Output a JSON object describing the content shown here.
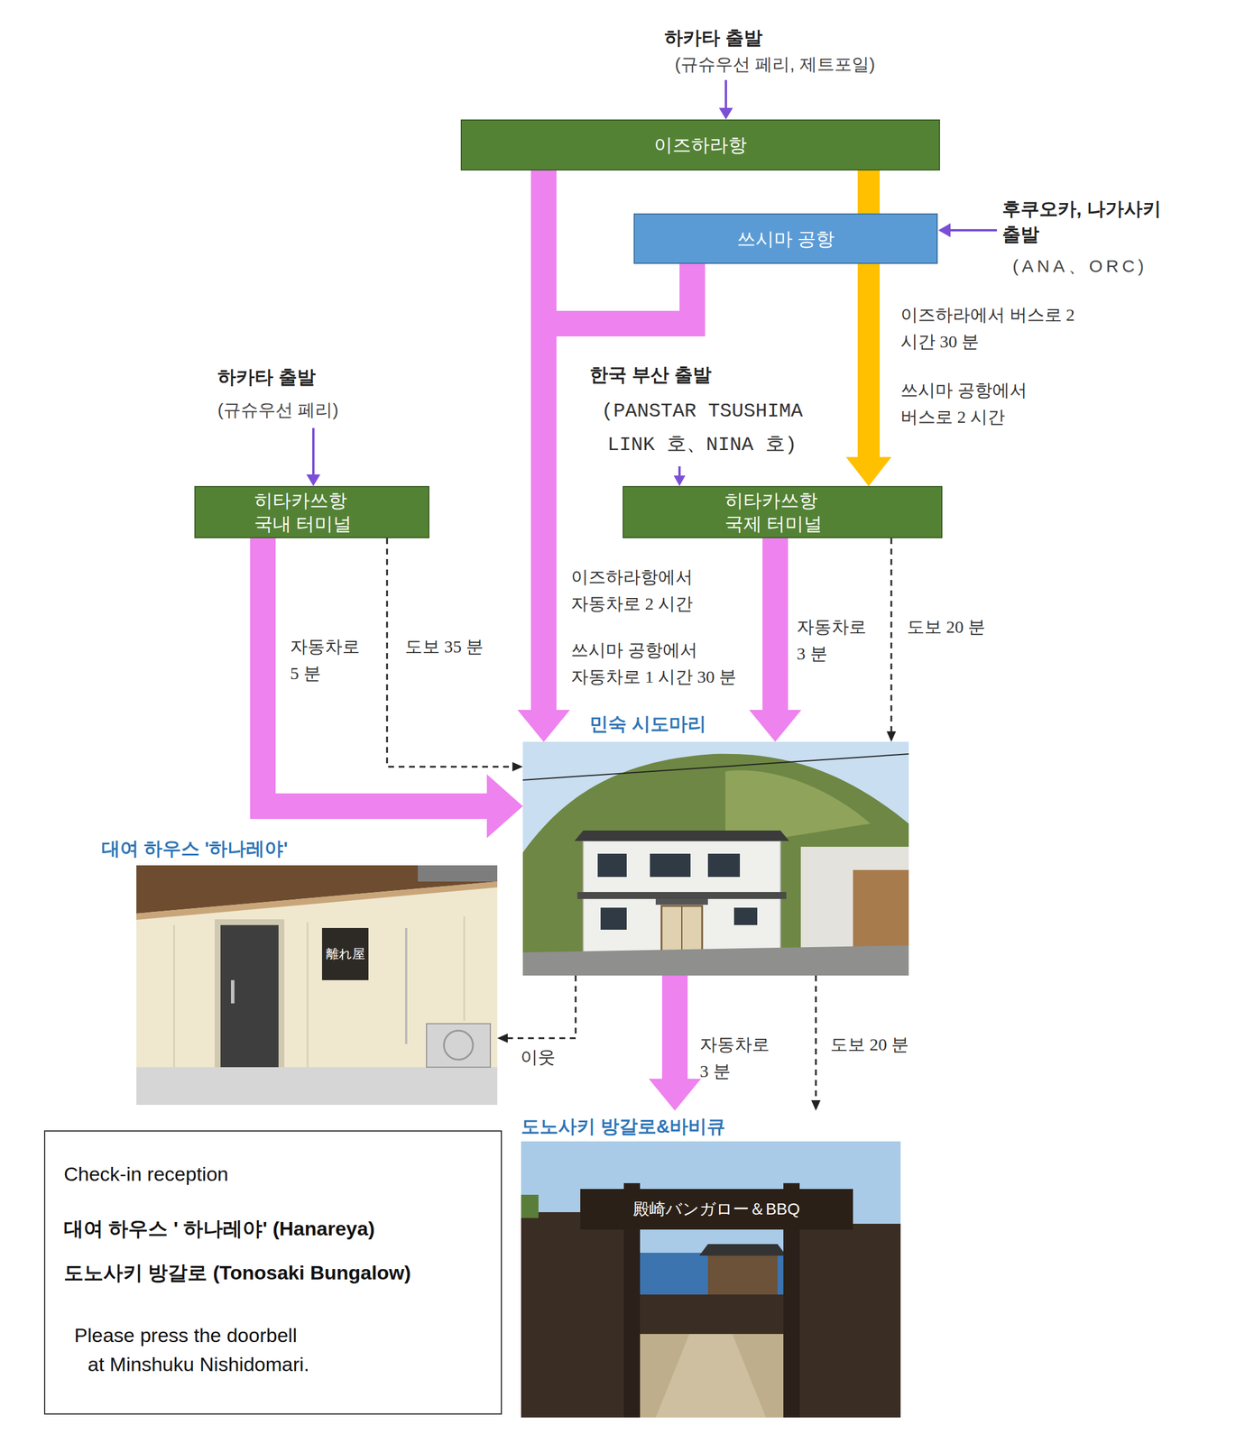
{
  "diagram": {
    "nodes": [
      {
        "text": [
          "이즈하라항"
        ]
      },
      {
        "text": [
          "쓰시마 공항"
        ]
      },
      {
        "text": [
          "히타카쓰항 국내 터미널"
        ]
      },
      {
        "text": [
          "히타카쓰항 국제 터미널"
        ]
      },
      {
        "text": [
          "민숙 시도마리"
        ]
      },
      {
        "text": [
          "대여 하우스 '하나레야'",
          "離れ屋"
        ]
      },
      {
        "text": [
          "도노사키 방갈로&바비큐",
          "殿崎バンガロー＆BBQ"
        ]
      },
      {
        "text": [
          "Check-in reception",
          "대여 하우스 ' 하나레야' (Hanareya)",
          "도노사키 방갈로 (Tonosaki Bungalow)",
          "Please press the doorbell at Minshuku Nishidomari."
        ]
      }
    ],
    "edges": [
      {
        "from": 0,
        "to": 4,
        "arrow": "to",
        "label": "이즈하라항에서 자동차로 2 시간"
      },
      {
        "from": 1,
        "to": 4,
        "arrow": "to",
        "label": "쓰시마 공항에서 자동차로 1 시간 30 분"
      },
      {
        "from": 0,
        "to": 3,
        "arrow": "to",
        "label": "이즈하라에서 버스로 2 시간 30 분"
      },
      {
        "from": 1,
        "to": 3,
        "arrow": "to",
        "label": "쓰시마 공항에서 버스로 2 시간"
      },
      {
        "from": 2,
        "to": 4,
        "arrow": "to",
        "label": "자동차로 5 분"
      },
      {
        "from": 2,
        "to": 4,
        "arrow": "to",
        "label": "도보 35 분"
      },
      {
        "from": 3,
        "to": 4,
        "arrow": "to",
        "label": "자동차로 3 분"
      },
      {
        "from": 3,
        "to": 4,
        "arrow": "to",
        "label": "도보 20 분"
      },
      {
        "from": 4,
        "to": 5,
        "arrow": "to",
        "label": "이웃"
      },
      {
        "from": 4,
        "to": 6,
        "arrow": "to",
        "label": "자동차로 3 분"
      },
      {
        "from": 4,
        "to": 6,
        "arrow": "to",
        "label": "도보 20 분"
      }
    ],
    "labels": [
      "하카타 출발",
      "(규슈우선 페리, 제트포일)",
      "후쿠오카, 나가사키 출발",
      "(ANA、ORC)",
      "하카타 출발",
      "(규슈우선 페리)",
      "한국 부산 출발",
      "(PANSTAR TSUSHIMA LINK 호、NINA 호)"
    ]
  }
}
